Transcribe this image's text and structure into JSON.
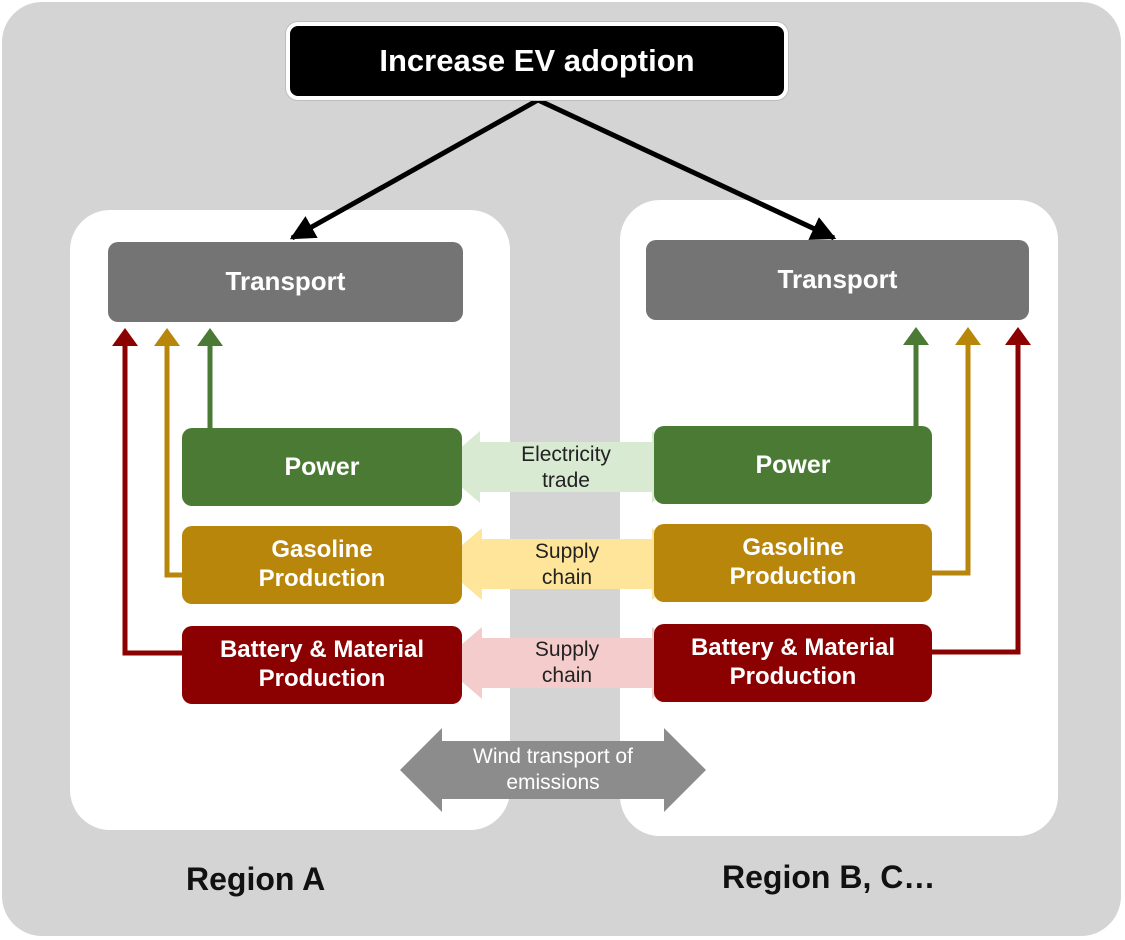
{
  "title": "Increase EV adoption",
  "region_a": {
    "label": "Region A",
    "transport": "Transport",
    "power": "Power",
    "gasoline": [
      "Gasoline",
      "Production"
    ],
    "battery": [
      "Battery & Material",
      "Production"
    ]
  },
  "region_b": {
    "label": "Region B, C…",
    "transport": "Transport",
    "power": "Power",
    "gasoline": [
      "Gasoline",
      "Production"
    ],
    "battery": [
      "Battery & Material",
      "Production"
    ]
  },
  "links": {
    "electricity": [
      "Electricity",
      "trade"
    ],
    "gasoline_supply": [
      "Supply",
      "chain"
    ],
    "battery_supply": [
      "Supply",
      "chain"
    ],
    "wind": [
      "Wind transport of",
      "emissions"
    ]
  },
  "colors": {
    "background": "#d4d4d4",
    "panel": "#ffffff",
    "title_box": "#000000",
    "transport": "#747474",
    "power": "#4a7a33",
    "gasoline": "#b8860b",
    "battery": "#8b0000",
    "electricity_arrow": "#d9ead3",
    "gasoline_arrow": "#ffe599",
    "battery_arrow": "#f4cccc",
    "wind_arrow": "#8c8c8c"
  }
}
